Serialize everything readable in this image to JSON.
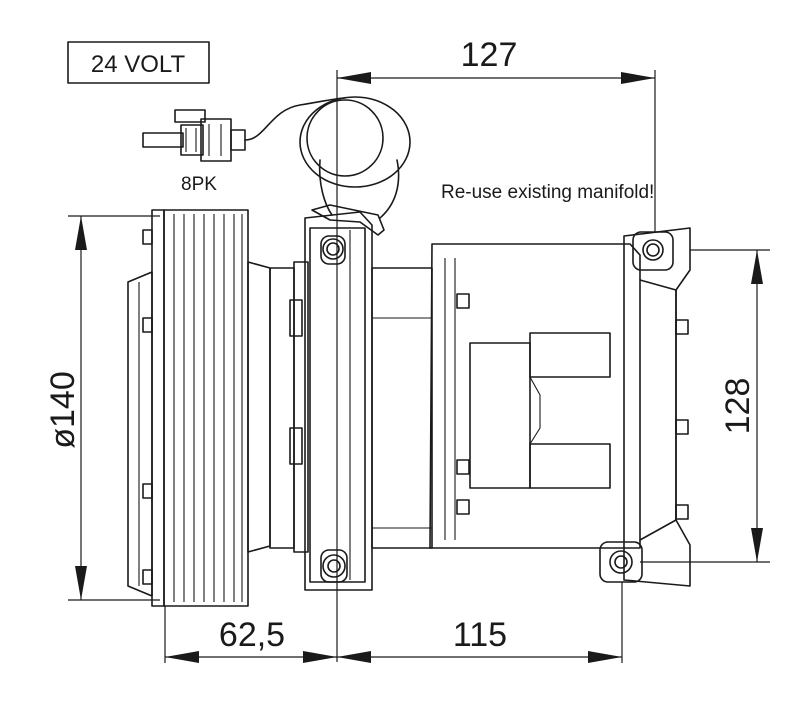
{
  "voltage_label": "24 VOLT",
  "connector_label": "8PK",
  "note": "Re-use existing manifold!",
  "dimensions": {
    "top_width": "127",
    "height_right": "128",
    "diameter": "ø140",
    "bottom_left": "62,5",
    "bottom_right": "115"
  }
}
